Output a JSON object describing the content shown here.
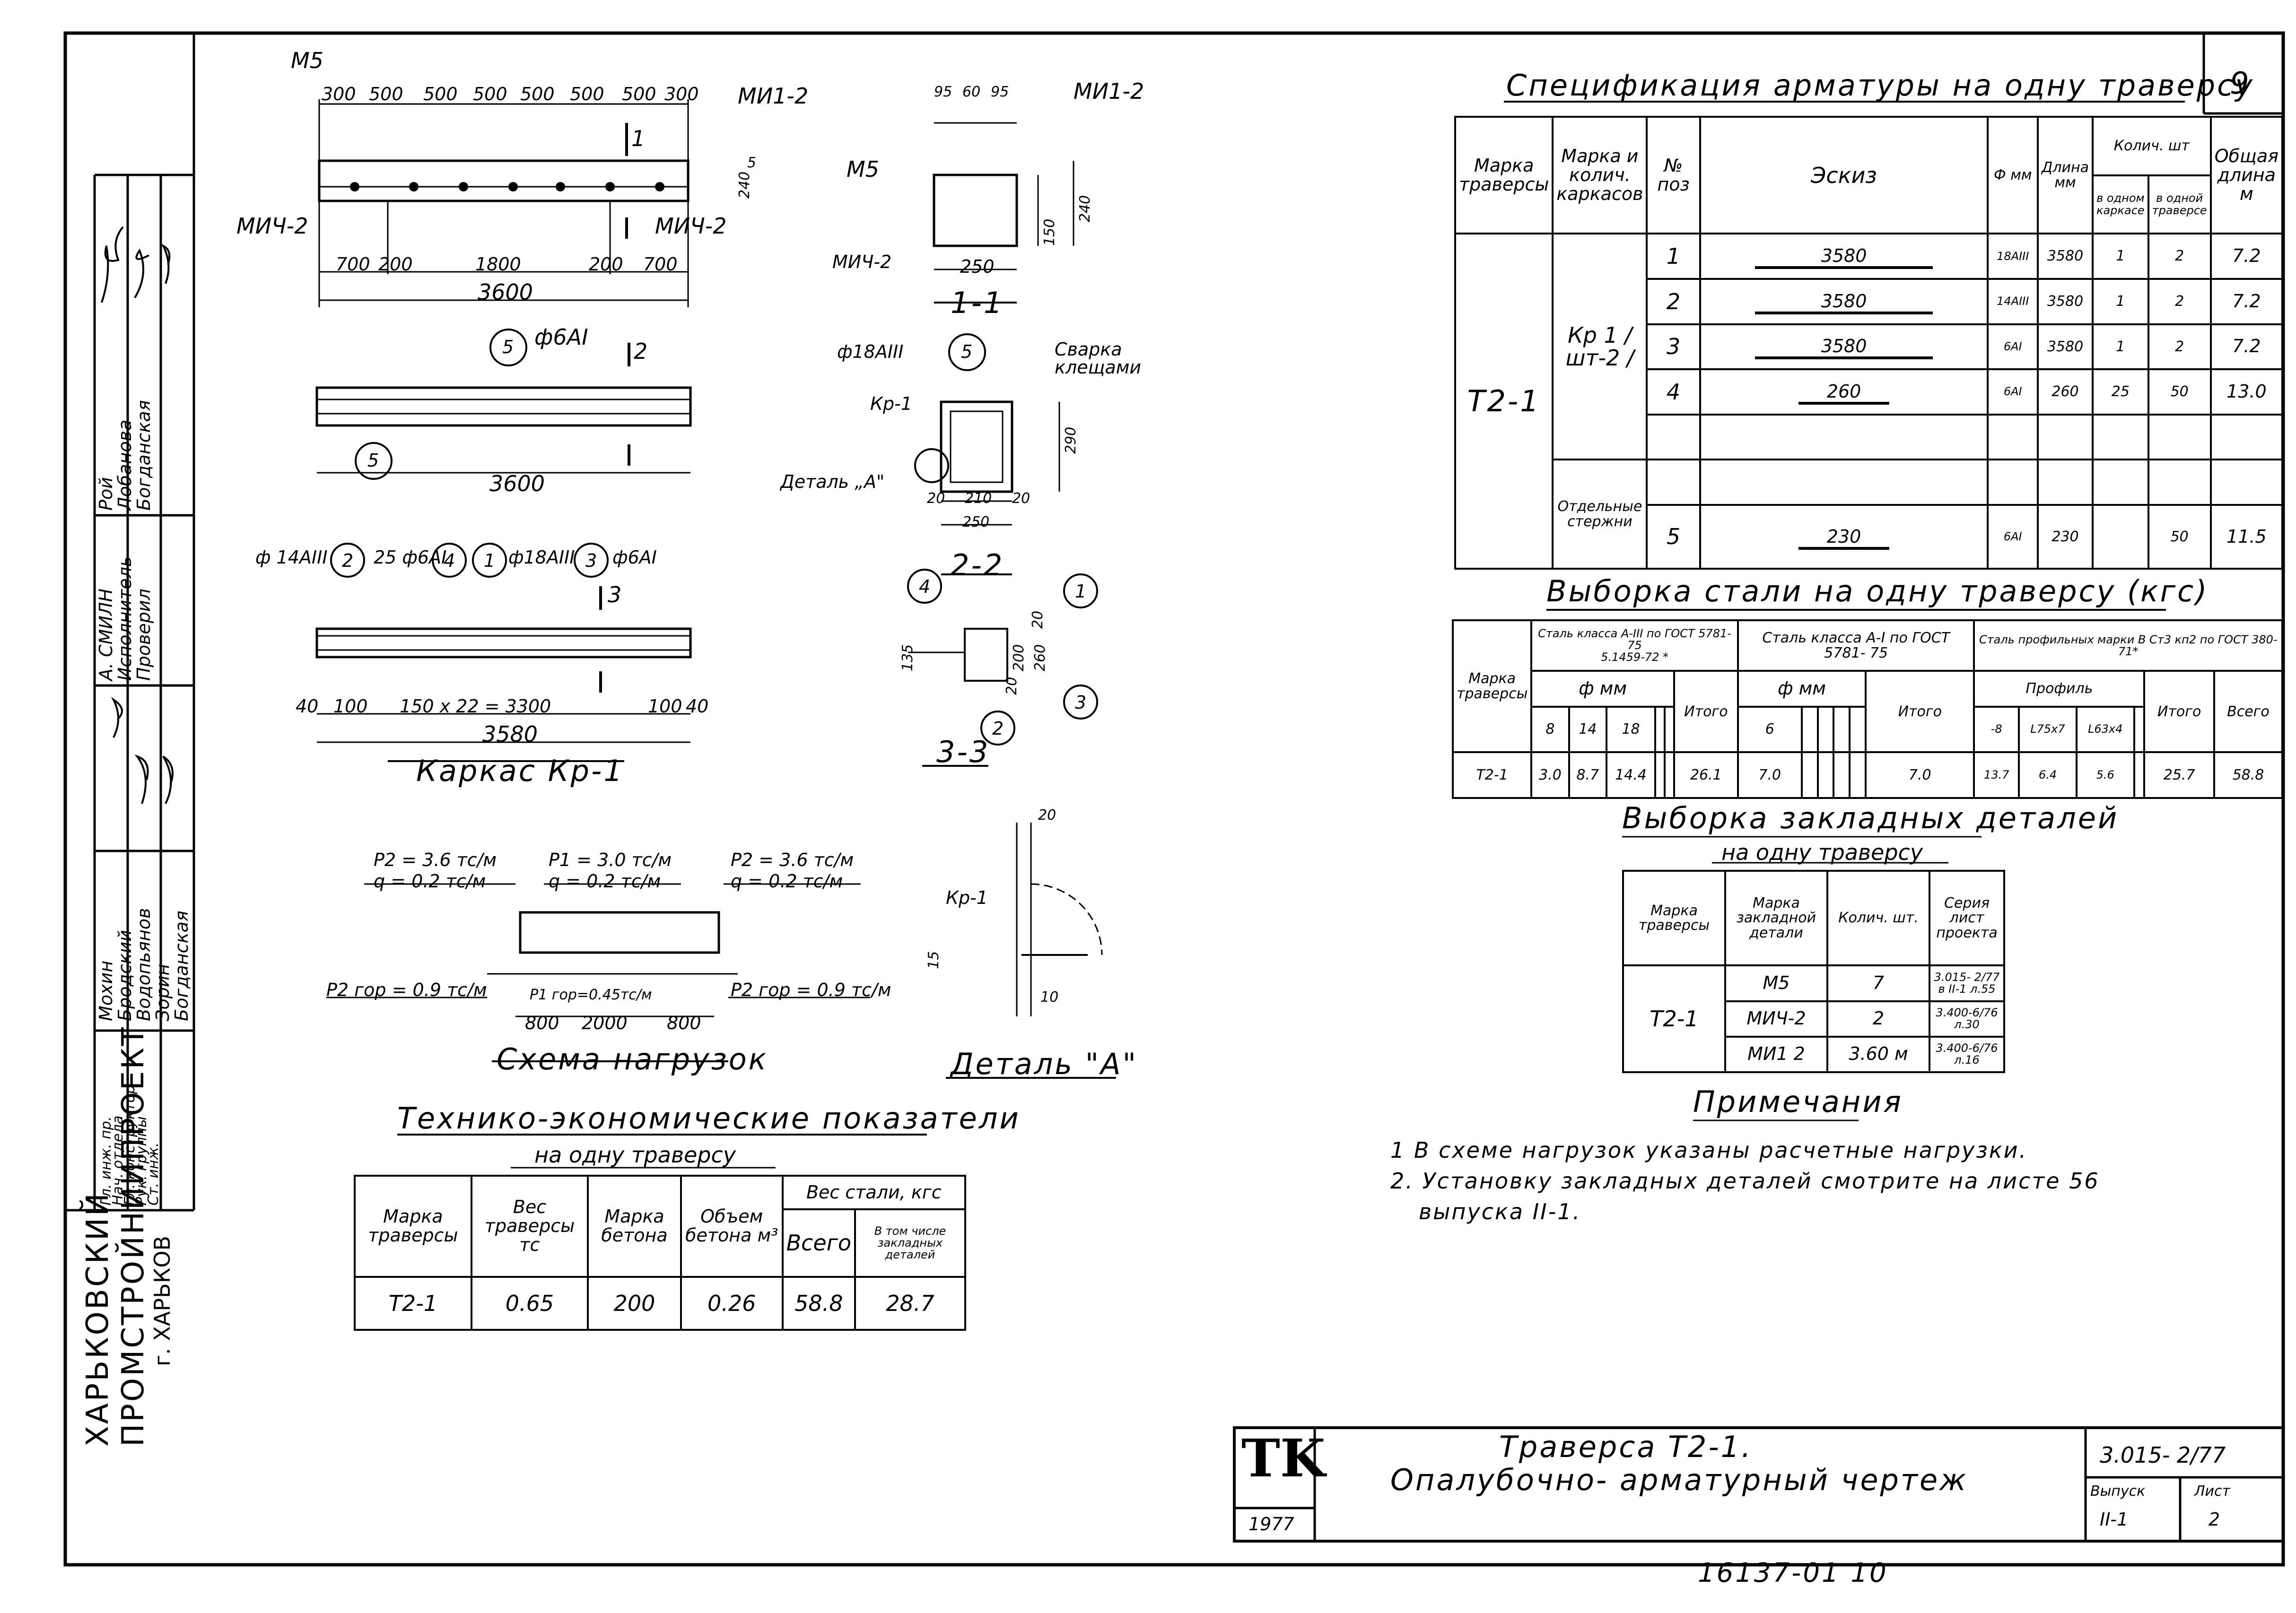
{
  "title_block": {
    "logo": "TK",
    "year": "1977",
    "title_line1": "Траверса Т2-1.",
    "title_line2": "Опалубочно- арматурный чертеж",
    "doc_code": "3.015- 2/77",
    "release_label": "Выпуск",
    "release_value": "II-1",
    "sheet_label": "Лист",
    "sheet_value": "2",
    "bottom_number": "16137-01  10",
    "sheet_corner": "9"
  },
  "org": {
    "line1": "ХАРЬКОВСКИЙ",
    "line2": "ПРОМСТРОЙНИИПРОЕКТ",
    "line3": "г. ХАРЬКОВ"
  },
  "stamp": {
    "roles": [
      "Гл. инж. пр.",
      "Нач. отдела",
      "Гл. конструктор",
      "Рук. группы",
      "Ст. инж."
    ],
    "names": [
      "Мохин",
      "Бродский",
      "Водопьянов",
      "Зорин",
      "Богданская"
    ],
    "roles2": [
      "А. СМИЛН",
      "Исполнитель",
      "Проверил"
    ],
    "names2": [
      "Рой",
      "Лобанова",
      "Богданская"
    ]
  },
  "drawings": {
    "m5_label": "М5",
    "mi1_label": "МИ1-2",
    "mich_left": "МИЧ-2",
    "mich_right": "МИЧ-2",
    "top_dims": [
      "300",
      "500",
      "500",
      "500",
      "500",
      "500",
      "500",
      "300"
    ],
    "bottom_dims": [
      "700",
      "200",
      "1800",
      "200",
      "700"
    ],
    "length_3600": "3600",
    "h_240": "240",
    "h_5": "5",
    "section1_label": "1",
    "phi6": "ф6АI",
    "section2_label": "2",
    "length_3600b": "3600",
    "frame_title": "Каркас Кр-1",
    "frame_dims": [
      "40",
      "100",
      "150 x 22 = 3300",
      "100",
      "40"
    ],
    "frame_len": "3580",
    "frame_callouts": [
      "ф 14АIII",
      "25 ф6АI",
      "ф18АIII",
      "ф6АI"
    ],
    "section3_label": "3",
    "sec11_title": "1-1",
    "sec11_dims": [
      "95",
      "60",
      "95",
      "250",
      "150",
      "240"
    ],
    "sec22_title": "2-2",
    "sec22_labels": [
      "ф18АIII",
      "Сварка клещами",
      "Кр-1",
      "Деталь „А\""
    ],
    "sec22_dims": [
      "20",
      "210",
      "20",
      "250",
      "290"
    ],
    "sec33_title": "3-3",
    "sec33_dims": [
      "135",
      "20",
      "200",
      "260",
      "20"
    ],
    "load_title": "Схема нагрузок",
    "load_labels": [
      "P2 = 3.6 тс/м",
      "q = 0.2 тс/м",
      "P1 = 3.0 тс/м",
      "q = 0.2 тс/м",
      "P2 = 3.6 тс/м",
      "q = 0.2 тс/м",
      "P2 гор = 0.9 тс/м",
      "P1 гор=0.45тс/м",
      "P2 гор = 0.9 тс/м"
    ],
    "load_dims": [
      "800",
      "2000",
      "800"
    ],
    "detail_title": "Деталь \"А\"",
    "detail_dims": [
      "20",
      "15",
      "10"
    ],
    "detail_label": "Кр-1"
  },
  "tep": {
    "title": "Технико-экономические показатели",
    "subtitle": "на одну траверсу",
    "headers": [
      "Марка траверсы",
      "Вес траверсы тс",
      "Марка бетона",
      "Объем бетона м³",
      "Вес стали, кгс",
      "Всего",
      "В том числе закладных деталей"
    ],
    "row": [
      "Т2-1",
      "0.65",
      "200",
      "0.26",
      "58.8",
      "28.7"
    ]
  },
  "spec": {
    "title": "Спецификация арматуры на одну траверсу",
    "headers": [
      "Марка траверсы",
      "Марка и колич. каркасов",
      "№ поз",
      "Эскиз",
      "Ф мм",
      "Длина мм",
      "Колич. шт",
      "в одном каркасе",
      "в одной траверсе",
      "Общая длина м"
    ],
    "mark": "Т2-1",
    "frame": "Кр 1 / шт-2 /",
    "separate": "Отдельные стержни",
    "rows": [
      {
        "pos": "1",
        "sketch": "3580",
        "d": "18АIII",
        "len": "3580",
        "n1": "1",
        "n2": "2",
        "total": "7.2"
      },
      {
        "pos": "2",
        "sketch": "3580",
        "d": "14АIII",
        "len": "3580",
        "n1": "1",
        "n2": "2",
        "total": "7.2"
      },
      {
        "pos": "3",
        "sketch": "3580",
        "d": "6АI",
        "len": "3580",
        "n1": "1",
        "n2": "2",
        "total": "7.2"
      },
      {
        "pos": "4",
        "sketch": "260",
        "d": "6АI",
        "len": "260",
        "n1": "25",
        "n2": "50",
        "total": "13.0"
      },
      {
        "pos": "5",
        "sketch": "230",
        "d": "6АI",
        "len": "230",
        "n1": "",
        "n2": "50",
        "total": "11.5"
      }
    ]
  },
  "steel": {
    "title": "Выборка стали на одну траверсу (кгс)",
    "h_mark": "Марка траверсы",
    "h_a3": "Сталь класса А-III по ГОСТ 5781-75",
    "h_a3b": "5.1459-72 *",
    "h_a1": "Сталь класса А-I по ГОСТ 5781- 75",
    "h_prof": "Сталь профильных марки В Ст3 кп2 по ГОСТ 380-71*",
    "h_phi": "ф мм",
    "h_profile": "Профиль",
    "h_total": "Итого",
    "h_all": "Всего",
    "sizes_a3": [
      "8",
      "14",
      "18"
    ],
    "sizes_a1": [
      "6"
    ],
    "sizes_prof": [
      "-8",
      "L75x7",
      "L63x4"
    ],
    "row": {
      "mark": "Т2-1",
      "a3": [
        "3.0",
        "8.7",
        "14.4"
      ],
      "a3_total": "26.1",
      "a1": [
        "7.0"
      ],
      "a1_total": "7.0",
      "prof": [
        "13.7",
        "6.4",
        "5.6"
      ],
      "prof_total": "25.7",
      "all": "58.8"
    }
  },
  "embed": {
    "title": "Выборка закладных деталей",
    "subtitle": "на одну траверсу",
    "headers": [
      "Марка траверсы",
      "Марка закладной детали",
      "Колич. шт.",
      "Серия лист проекта"
    ],
    "mark": "Т2-1",
    "rows": [
      {
        "name": "М5",
        "qty": "7",
        "ref": "3.015- 2/77 в II-1 л.55"
      },
      {
        "name": "МИЧ-2",
        "qty": "2",
        "ref": "3.400-6/76 л.30"
      },
      {
        "name": "МИ1 2",
        "qty": "3.60 м",
        "ref": "3.400-6/76 л.16"
      }
    ]
  },
  "notes": {
    "title": "Примечания",
    "items": [
      "1 В схеме нагрузок указаны расчетные нагрузки.",
      "2. Установку закладных деталей смотрите на листе 56",
      "выпуска II-1."
    ]
  }
}
